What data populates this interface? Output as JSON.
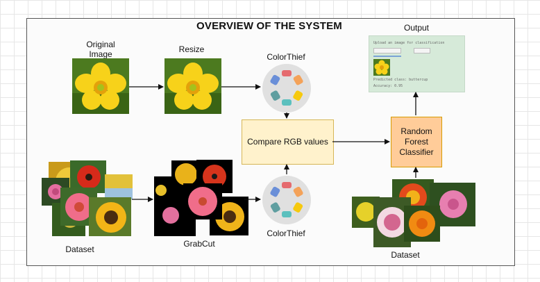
{
  "diagram": {
    "title": "OVERVIEW OF THE SYSTEM",
    "labels": {
      "original_line1": "Original",
      "original_line2": "Image",
      "resize": "Resize",
      "colorthief_top": "ColorThief",
      "colorthief_bottom": "ColorThief",
      "output": "Output",
      "dataset_left": "Dataset",
      "grabcut": "GrabCut",
      "dataset_right": "Dataset"
    },
    "boxes": {
      "compare": "Compare RGB values",
      "classifier_line1": "Random",
      "classifier_line2": "Forest",
      "classifier_line3": "Classifier"
    },
    "colors": {
      "compare_fill": "#fff2cc",
      "compare_border": "#d6b656",
      "classifier_fill": "#ffcc99",
      "classifier_border": "#d79b00",
      "frame_border": "#555555",
      "arrow": "#111111"
    },
    "output_panel": {
      "heading": "Upload an image for classification",
      "line1": "Predicted class: buttercup",
      "line2": "Accuracy: 0.95"
    },
    "icons": [
      "flower-photo",
      "palette-wheel-icon",
      "arrow"
    ]
  }
}
